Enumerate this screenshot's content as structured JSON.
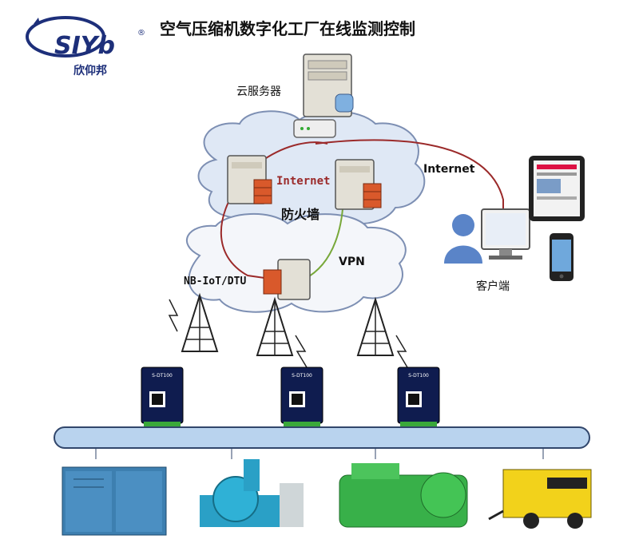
{
  "title": "空气压缩机数字化工厂在线监测控制",
  "logo": {
    "mark": "SIYb",
    "name": "欣仰邦",
    "registered": "®"
  },
  "labels": {
    "cloud_server": "云服务器",
    "internet_inner": "Internet",
    "firewall": "防火墙",
    "internet_outer": "Internet",
    "vpn": "VPN",
    "nb_iot": "NB-IoT/DTU",
    "client": "客户端"
  },
  "device_model": "S-DT100",
  "colors": {
    "cloud_fill": "#dfe8f5",
    "cloud_stroke": "#7d8fb3",
    "internet_line": "#9b2a2a",
    "vpn_line": "#78a83a",
    "bus_fill": "#b9d3ee",
    "bus_stroke": "#31466b",
    "logo": "#1d2f7a"
  }
}
